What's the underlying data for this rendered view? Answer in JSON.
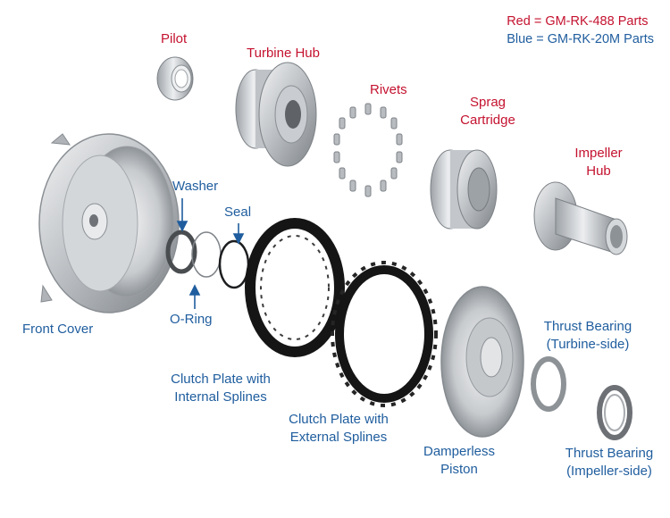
{
  "legend": {
    "red_label": "Red = GM-RK-488 Parts",
    "blue_label": "Blue = GM-RK-20M Parts"
  },
  "colors": {
    "red": "#c4122f",
    "blue": "#1f5d9e",
    "metal_light": "#e4e6e8",
    "metal_dark": "#7d8287",
    "friction_black": "#1a1a1a"
  },
  "labels": {
    "pilot": "Pilot",
    "turbine_hub": "Turbine Hub",
    "rivets": "Rivets",
    "sprag_cartridge": [
      "Sprag",
      "Cartridge"
    ],
    "impeller_hub": [
      "Impeller",
      "Hub"
    ],
    "washer": "Washer",
    "seal": "Seal",
    "o_ring": "O-Ring",
    "front_cover": "Front Cover",
    "clutch_plate_internal": [
      "Clutch Plate with",
      "Internal Splines"
    ],
    "clutch_plate_external": [
      "Clutch Plate with",
      "External Splines"
    ],
    "damperless_piston": [
      "Damperless",
      "Piston"
    ],
    "thrust_bearing_turbine": [
      "Thrust Bearing",
      "(Turbine-side)"
    ],
    "thrust_bearing_impeller": [
      "Thrust Bearing",
      "(Impeller-side)"
    ]
  }
}
